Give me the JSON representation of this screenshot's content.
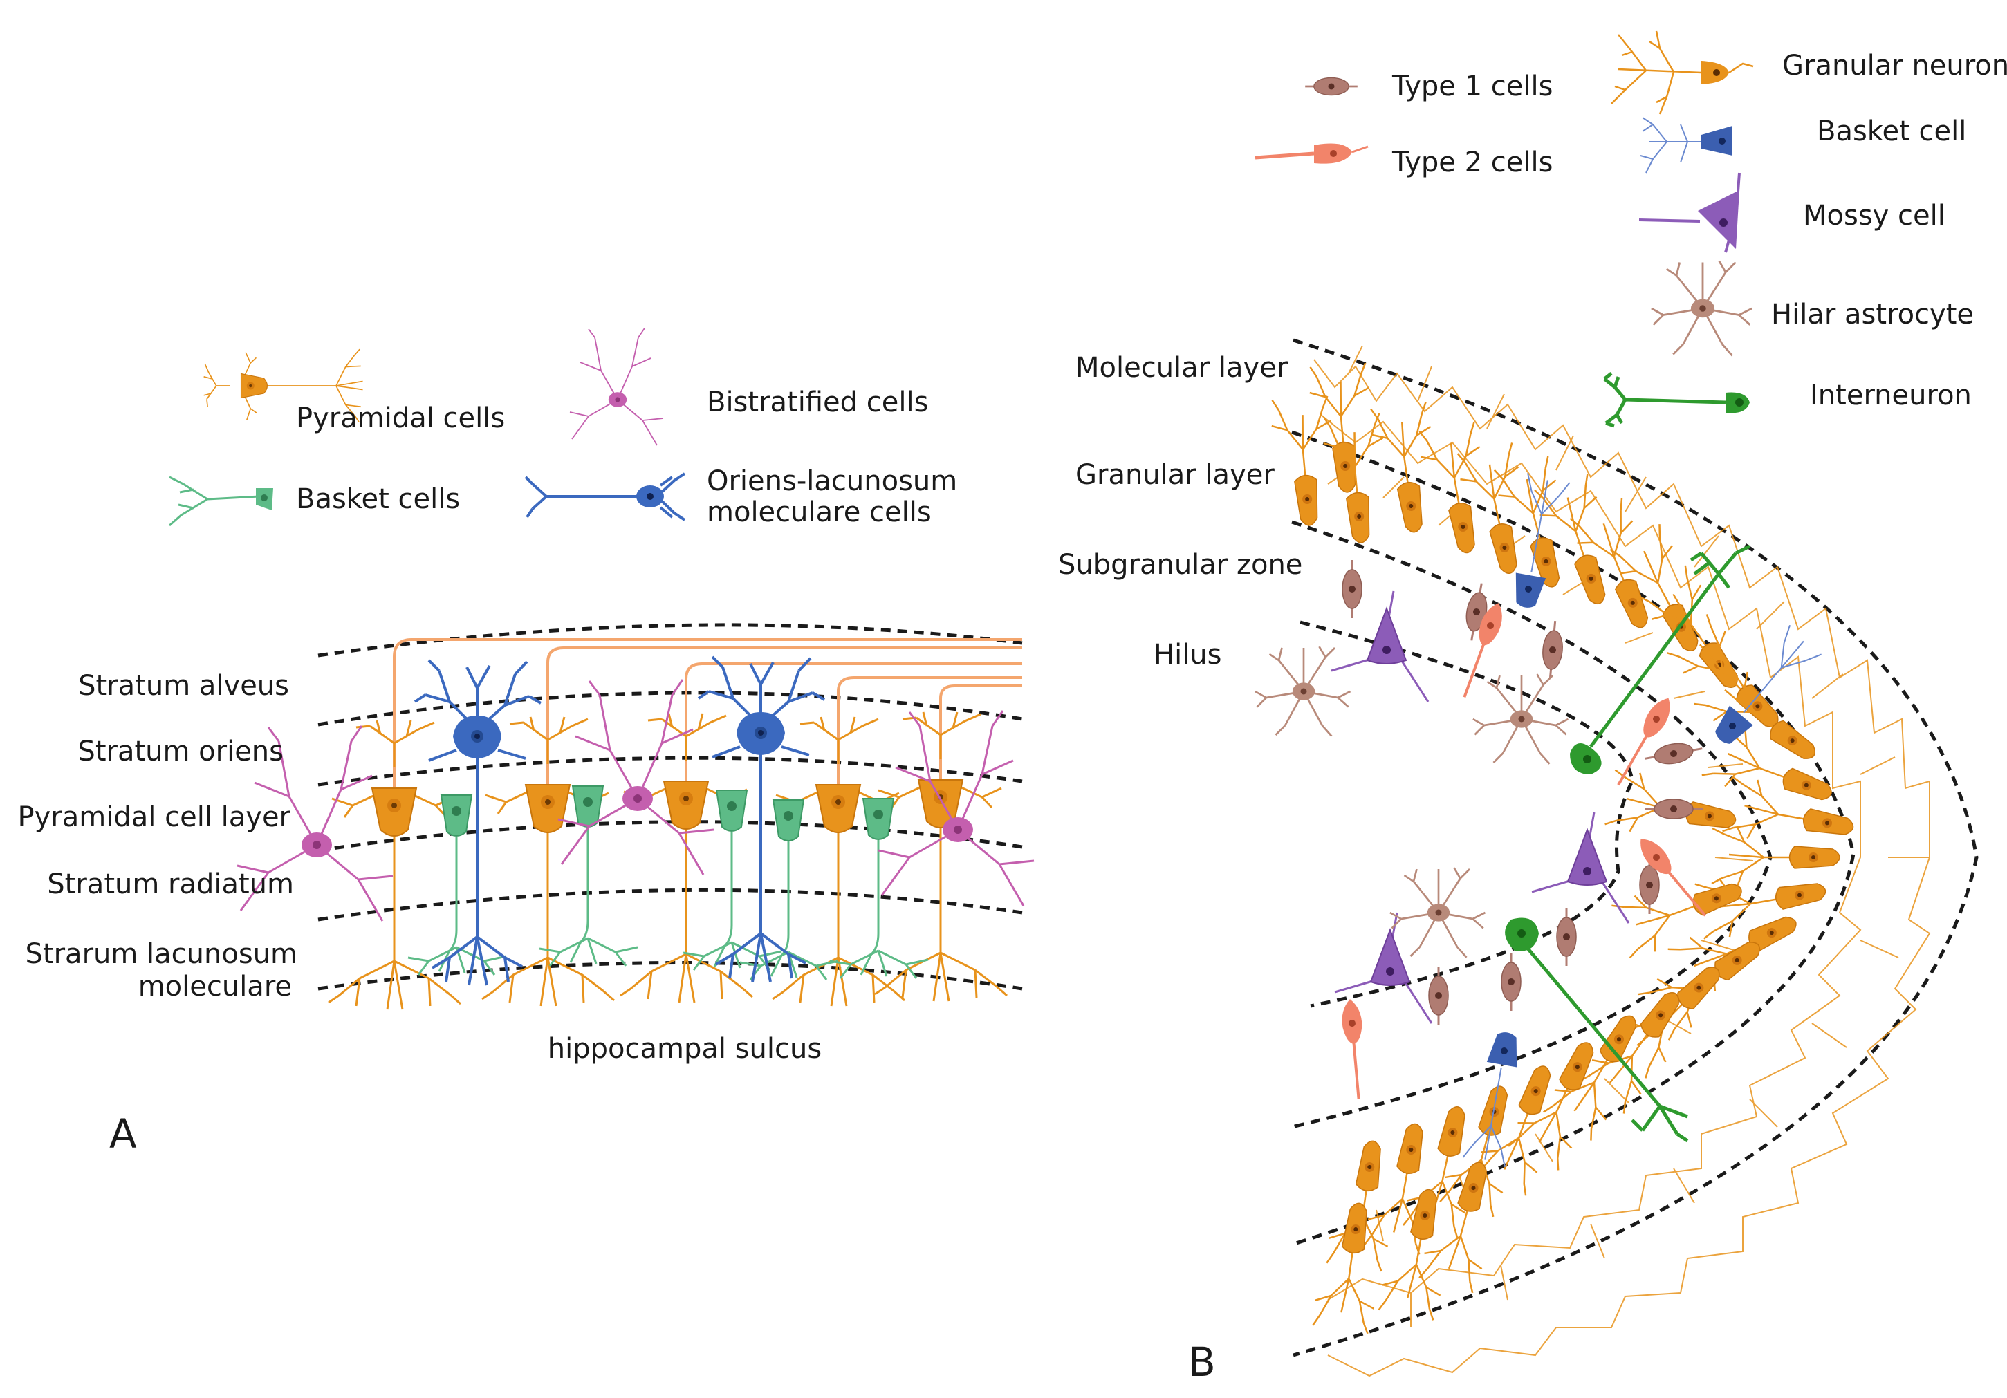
{
  "panel_a": {
    "letter": "A",
    "legend": {
      "pyramidal": "Pyramidal cells",
      "basket": "Basket cells",
      "bistratified": "Bistratified cells",
      "olm_line1": "Oriens-lacunosum",
      "olm_line2": "moleculare cells"
    },
    "layers": {
      "alveus": "Stratum alveus",
      "oriens": "Stratum oriens",
      "pyramidal_layer": "Pyramidal cell layer",
      "radiatum": "Stratum radiatum",
      "lacunosum_line1": "Strarum lacunosum",
      "lacunosum_line2": "moleculare"
    },
    "sulcus": "hippocampal sulcus"
  },
  "panel_b": {
    "letter": "B",
    "legend": {
      "type1": "Type 1 cells",
      "type2": "Type 2 cells",
      "granular": "Granular neuron",
      "basket": "Basket cell",
      "mossy": "Mossy cell",
      "astrocyte": "Hilar astrocyte",
      "interneuron": "Interneuron"
    },
    "layers": {
      "molecular": "Molecular layer",
      "granular": "Granular  layer",
      "subgranular": "Subgranular zone",
      "hilus": "Hilus"
    }
  },
  "colors": {
    "pyramidal": "#e8931c",
    "pyramidal_axon": "#f4a66e",
    "basket_green": "#5dbb87",
    "bistratified": "#c45fae",
    "olm_blue": "#3b69bf",
    "type1": "#b07c72",
    "type2": "#f2846a",
    "granular": "#e8931c",
    "basket_blue": "#3b5fb0",
    "mossy": "#8c5cb8",
    "astrocyte": "#b88a7a",
    "interneuron": "#2e9a2e"
  }
}
